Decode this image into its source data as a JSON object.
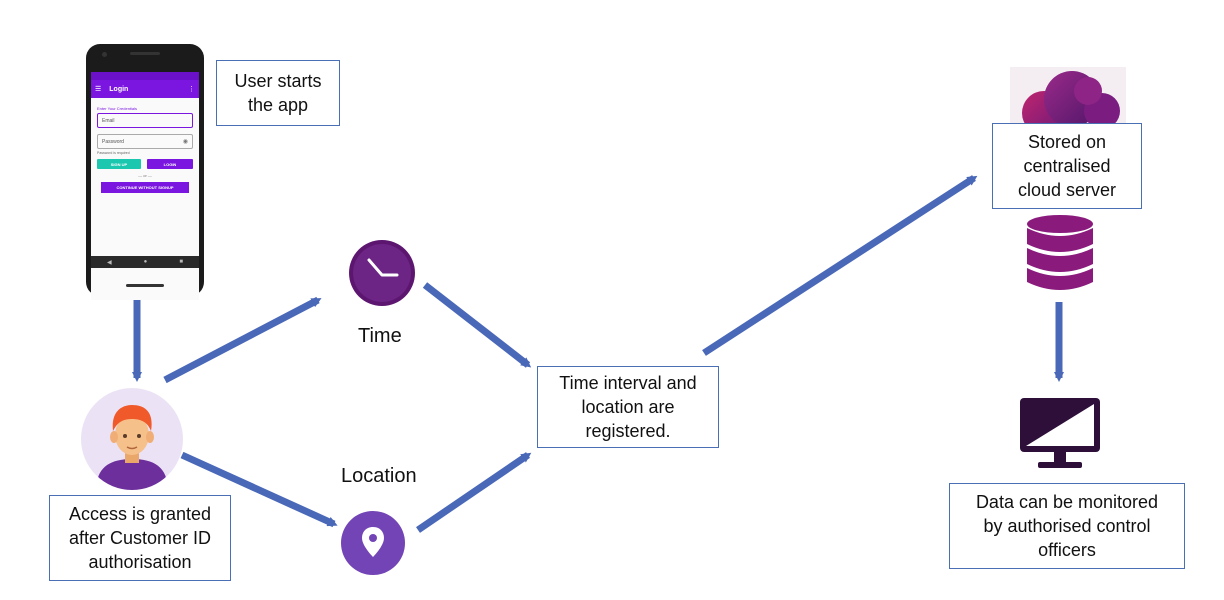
{
  "boxes": {
    "user_starts": [
      "User starts",
      "the app"
    ],
    "access": [
      "Access is granted",
      "after Customer ID",
      "authorisation"
    ],
    "time_interval": [
      "Time interval and",
      "location are",
      "registered."
    ],
    "stored": [
      "Stored on",
      "centralised",
      "cloud server"
    ],
    "monitored": [
      "Data can be monitored",
      "by authorised control",
      "officers"
    ]
  },
  "labels": {
    "time": "Time",
    "location": "Location"
  },
  "phone": {
    "app_title": "Login",
    "hint": "Enter Your Credentials",
    "email_label": "Email",
    "email_placeholder": "Email",
    "password_placeholder": "Password",
    "password_hint": "Password is required",
    "signup_label": "SIGN UP",
    "login_label": "LOGIN",
    "or_label": "— or —",
    "continue_label": "CONTINUE WITHOUT SIGNUP"
  },
  "colors": {
    "arrow": "#4a68b8",
    "box_border": "#4a6fb5",
    "purple_dark": "#5d1670",
    "purple_mid": "#8a1b7d",
    "location_purple": "#7244b5",
    "app_purple": "#7b16e0",
    "teal": "#1cc7b0"
  },
  "icons": [
    "phone-mockup",
    "user-avatar-icon",
    "clock-icon",
    "location-pin-icon",
    "cloud-icon",
    "database-icon",
    "monitor-icon"
  ]
}
